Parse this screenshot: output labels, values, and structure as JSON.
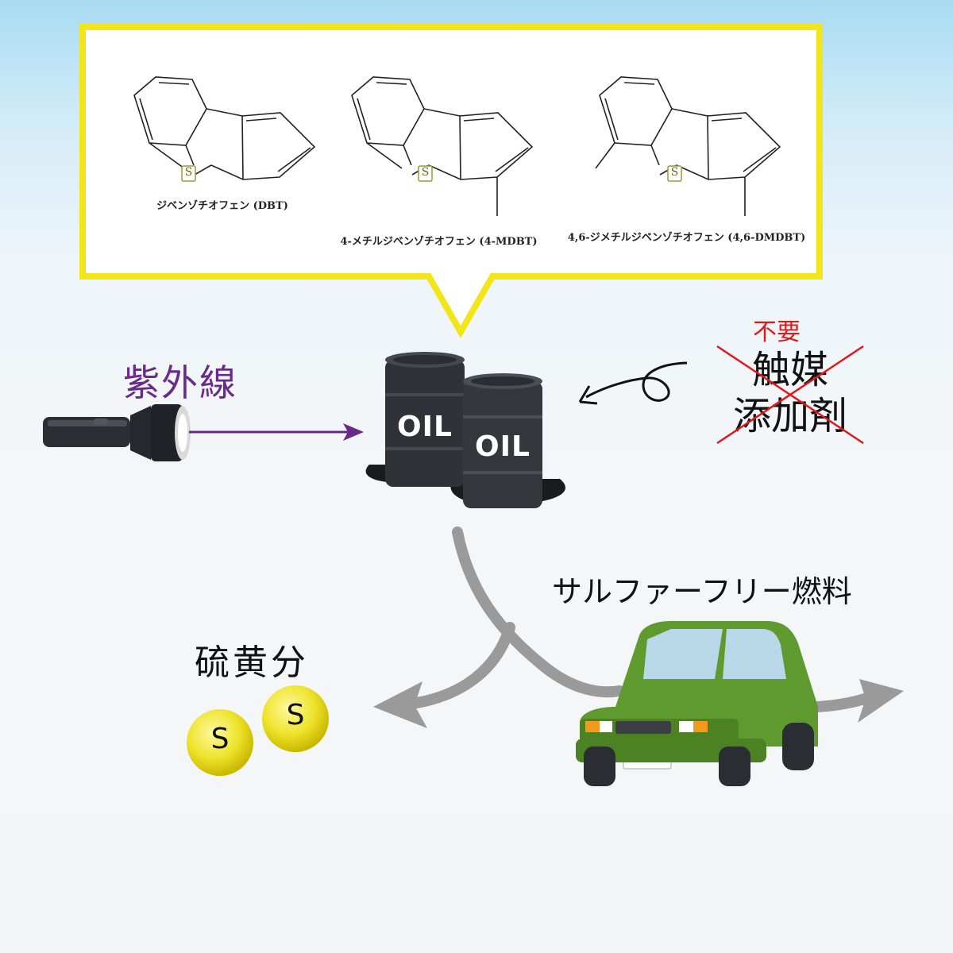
{
  "molecules": [
    {
      "name": "ジベンゾチオフェン (DBT)",
      "atom": "S"
    },
    {
      "name": "4-メチルジベンゾチオフェン (4-MDBT)",
      "atom": "S"
    },
    {
      "name": "4,6-ジメチルジベンゾチオフェン (4,6-DMDBT)",
      "atom": "S"
    }
  ],
  "uv_label": "紫外線",
  "oil_barrels": [
    "OIL",
    "OIL"
  ],
  "unneeded_label": "不要",
  "struck_items": [
    "触媒",
    "添加剤"
  ],
  "sulfur_label": "硫黄分",
  "sulfur_ball_text": [
    "S",
    "S"
  ],
  "fuel_label": "サルファーフリー燃料",
  "colors": {
    "callout_border": "#f3e51c",
    "uv_text": "#6a2a8c",
    "uv_arrow": "#6a2a8c",
    "unneeded_text": "#e01818",
    "cross": "#e01818",
    "flow_arrow": "#9a9a9a",
    "sulfur_ball": "#eee32a",
    "car_body": "#5f9a2e",
    "barrel": "#2f3236",
    "sulfur_box": "#9a9a3a"
  }
}
